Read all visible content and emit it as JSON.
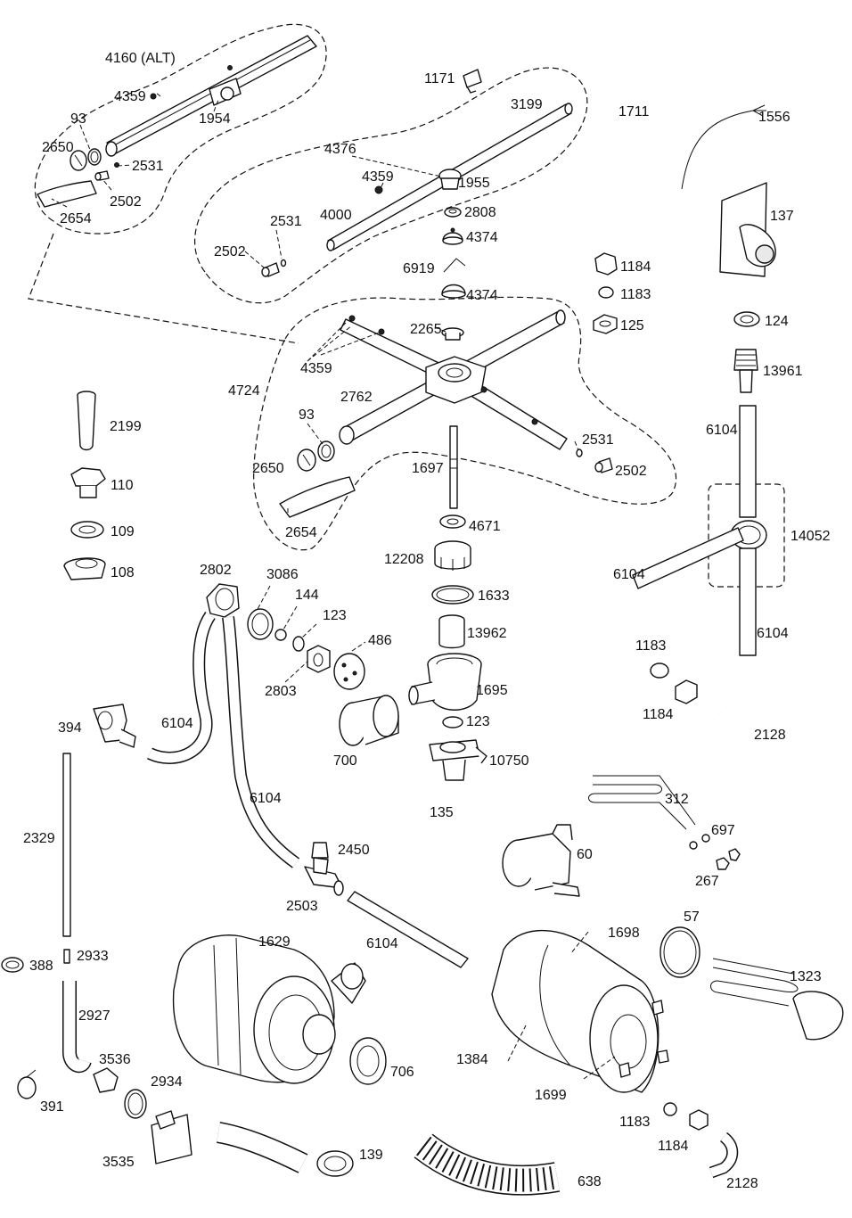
{
  "diagram": {
    "labels": [
      {
        "id": "l4160",
        "text": "4160 (ALT)"
      },
      {
        "id": "l4359a",
        "text": "4359"
      },
      {
        "id": "l1954",
        "text": "1954"
      },
      {
        "id": "l93a",
        "text": "93"
      },
      {
        "id": "l2650a",
        "text": "2650"
      },
      {
        "id": "l2531a",
        "text": "2531"
      },
      {
        "id": "l2502a",
        "text": "2502"
      },
      {
        "id": "l2654a",
        "text": "2654"
      },
      {
        "id": "l1171",
        "text": "1171"
      },
      {
        "id": "l3199",
        "text": "3199"
      },
      {
        "id": "l1711",
        "text": "1711"
      },
      {
        "id": "l1556",
        "text": "1556"
      },
      {
        "id": "l4376",
        "text": "4376"
      },
      {
        "id": "l4359b",
        "text": "4359"
      },
      {
        "id": "l1955",
        "text": "1955"
      },
      {
        "id": "l4000",
        "text": "4000"
      },
      {
        "id": "l2531b",
        "text": "2531"
      },
      {
        "id": "l2808",
        "text": "2808"
      },
      {
        "id": "l4374a",
        "text": "4374"
      },
      {
        "id": "l137",
        "text": "137"
      },
      {
        "id": "l2502b",
        "text": "2502"
      },
      {
        "id": "l6919",
        "text": "6919"
      },
      {
        "id": "l1184a",
        "text": "1184"
      },
      {
        "id": "l1183a",
        "text": "1183"
      },
      {
        "id": "l4374b",
        "text": "4374"
      },
      {
        "id": "l125",
        "text": "125"
      },
      {
        "id": "l124",
        "text": "124"
      },
      {
        "id": "l2265",
        "text": "2265"
      },
      {
        "id": "l13961",
        "text": "13961"
      },
      {
        "id": "l4359c",
        "text": "4359"
      },
      {
        "id": "l4724",
        "text": "4724"
      },
      {
        "id": "l2762",
        "text": "2762"
      },
      {
        "id": "l2199",
        "text": "2199"
      },
      {
        "id": "l6104a",
        "text": "6104"
      },
      {
        "id": "l93b",
        "text": "93"
      },
      {
        "id": "l2531c",
        "text": "2531"
      },
      {
        "id": "l2650b",
        "text": "2650"
      },
      {
        "id": "l1697",
        "text": "1697"
      },
      {
        "id": "l2502c",
        "text": "2502"
      },
      {
        "id": "l110",
        "text": "110"
      },
      {
        "id": "l14052",
        "text": "14052"
      },
      {
        "id": "l4671",
        "text": "4671"
      },
      {
        "id": "l109",
        "text": "109"
      },
      {
        "id": "l2654b",
        "text": "2654"
      },
      {
        "id": "l12208",
        "text": "12208"
      },
      {
        "id": "l108",
        "text": "108"
      },
      {
        "id": "l2802",
        "text": "2802"
      },
      {
        "id": "l3086",
        "text": "3086"
      },
      {
        "id": "l6104b",
        "text": "6104"
      },
      {
        "id": "l144",
        "text": "144"
      },
      {
        "id": "l1633",
        "text": "1633"
      },
      {
        "id": "l123a",
        "text": "123"
      },
      {
        "id": "l13962",
        "text": "13962"
      },
      {
        "id": "l6104c",
        "text": "6104"
      },
      {
        "id": "l486",
        "text": "486"
      },
      {
        "id": "l1183b",
        "text": "1183"
      },
      {
        "id": "l2803",
        "text": "2803"
      },
      {
        "id": "l1695",
        "text": "1695"
      },
      {
        "id": "l1184b",
        "text": "1184"
      },
      {
        "id": "l394",
        "text": "394"
      },
      {
        "id": "l6104d",
        "text": "6104"
      },
      {
        "id": "l123b",
        "text": "123"
      },
      {
        "id": "l2128a",
        "text": "2128"
      },
      {
        "id": "l700",
        "text": "700"
      },
      {
        "id": "l10750",
        "text": "10750"
      },
      {
        "id": "l312",
        "text": "312"
      },
      {
        "id": "l6104e",
        "text": "6104"
      },
      {
        "id": "l135",
        "text": "135"
      },
      {
        "id": "l697",
        "text": "697"
      },
      {
        "id": "l2329",
        "text": "2329"
      },
      {
        "id": "l2450",
        "text": "2450"
      },
      {
        "id": "l60",
        "text": "60"
      },
      {
        "id": "l267",
        "text": "267"
      },
      {
        "id": "l2503",
        "text": "2503"
      },
      {
        "id": "l57",
        "text": "57"
      },
      {
        "id": "l6104f",
        "text": "6104"
      },
      {
        "id": "l1629",
        "text": "1629"
      },
      {
        "id": "l1698",
        "text": "1698"
      },
      {
        "id": "l2933",
        "text": "2933"
      },
      {
        "id": "l388",
        "text": "388"
      },
      {
        "id": "l1323",
        "text": "1323"
      },
      {
        "id": "l2927",
        "text": "2927"
      },
      {
        "id": "l1384",
        "text": "1384"
      },
      {
        "id": "l3536",
        "text": "3536"
      },
      {
        "id": "l706",
        "text": "706"
      },
      {
        "id": "l2934",
        "text": "2934"
      },
      {
        "id": "l391",
        "text": "391"
      },
      {
        "id": "l1699",
        "text": "1699"
      },
      {
        "id": "l1183c",
        "text": "1183"
      },
      {
        "id": "l1184c",
        "text": "1184"
      },
      {
        "id": "l139",
        "text": "139"
      },
      {
        "id": "l3535",
        "text": "3535"
      },
      {
        "id": "l638",
        "text": "638"
      },
      {
        "id": "l2128b",
        "text": "2128"
      }
    ]
  }
}
